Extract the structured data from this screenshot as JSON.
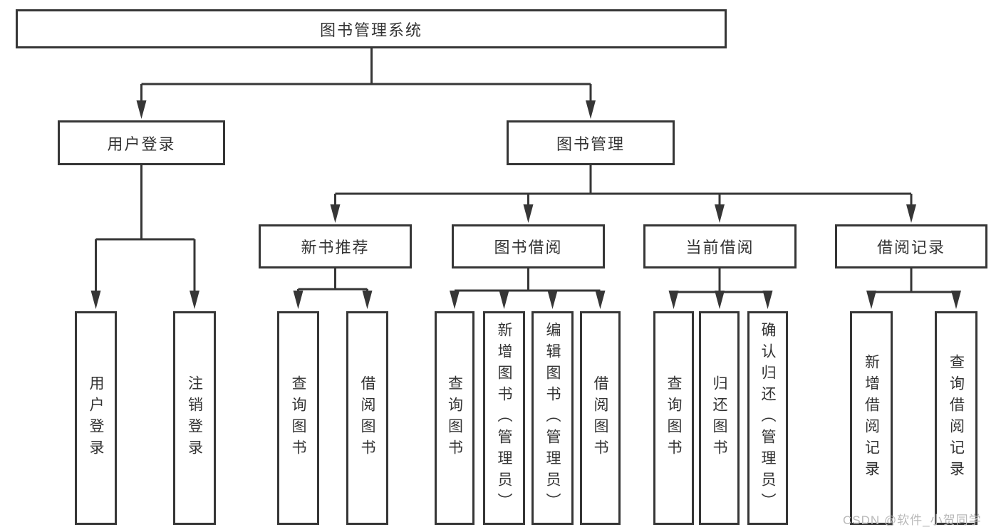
{
  "diagram": {
    "root": {
      "label": "图书管理系统"
    },
    "branches": [
      {
        "label": "用户登录",
        "children": [
          {
            "label": "用户登录"
          },
          {
            "label": "注销登录"
          }
        ]
      },
      {
        "label": "图书管理",
        "children": [
          {
            "label": "新书推荐",
            "children": [
              {
                "label": "查询图书"
              },
              {
                "label": "借阅图书"
              }
            ]
          },
          {
            "label": "图书借阅",
            "children": [
              {
                "label": "查询图书"
              },
              {
                "label": "新增图书（管理员）"
              },
              {
                "label": "编辑图书（管理员）"
              },
              {
                "label": "借阅图书"
              }
            ]
          },
          {
            "label": "当前借阅",
            "children": [
              {
                "label": "查询图书"
              },
              {
                "label": "归还图书"
              },
              {
                "label": "确认归还（管理员）"
              }
            ]
          },
          {
            "label": "借阅记录",
            "children": [
              {
                "label": "新增借阅记录"
              },
              {
                "label": "查询借阅记录"
              }
            ]
          }
        ]
      }
    ],
    "watermark": "CSDN @软件_小贺同学",
    "colors": {
      "line": "#363636",
      "text": "#333333",
      "box_background": "#ffffff",
      "watermark": "#b9b9b9"
    }
  }
}
